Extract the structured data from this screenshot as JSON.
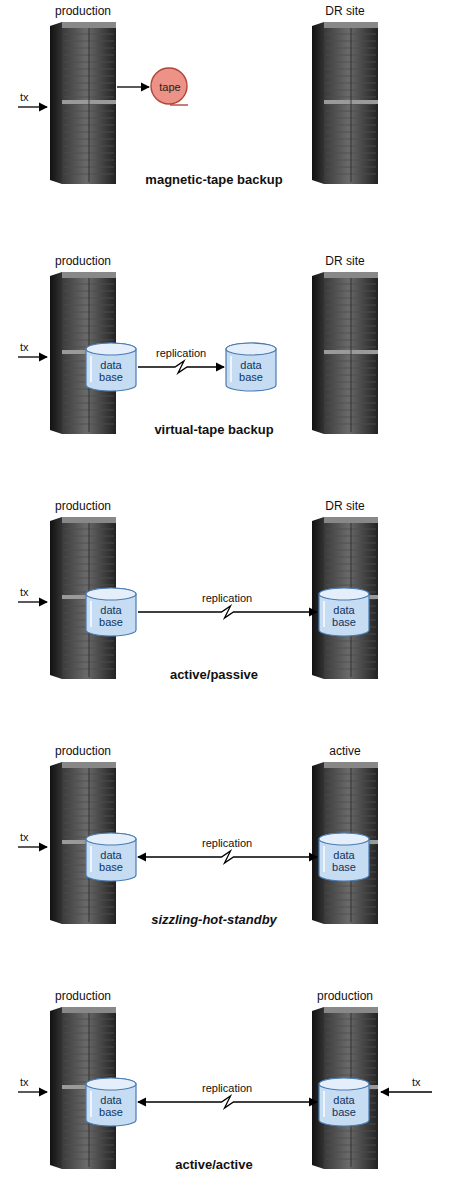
{
  "diagram": {
    "nodes": [
      {
        "text": [
          "production"
        ]
      },
      {
        "text": [
          "tape"
        ]
      },
      {
        "text": [
          "DR site"
        ]
      },
      {
        "text": [
          "production"
        ]
      },
      {
        "text": [
          "data base"
        ],
        "in": 3
      },
      {
        "text": [
          "DR site"
        ]
      },
      {
        "text": [
          "data base"
        ]
      },
      {
        "text": [
          "production"
        ]
      },
      {
        "text": [
          "data base"
        ],
        "in": 7
      },
      {
        "text": [
          "DR site"
        ]
      },
      {
        "text": [
          "data base"
        ],
        "in": 9
      },
      {
        "text": [
          "production"
        ]
      },
      {
        "text": [
          "data base"
        ],
        "in": 11
      },
      {
        "text": [
          "active"
        ]
      },
      {
        "text": [
          "data base"
        ],
        "in": 13
      },
      {
        "text": [
          "production"
        ]
      },
      {
        "text": [
          "data base"
        ],
        "in": 15
      },
      {
        "text": [
          "production"
        ]
      },
      {
        "text": [
          "data base"
        ],
        "in": 17
      }
    ],
    "edges": [
      {
        "from": 0,
        "to": 1,
        "arrow": "to"
      },
      {
        "from": 4,
        "to": 6,
        "label": "replication",
        "arrow": "to"
      },
      {
        "from": 8,
        "to": 10,
        "label": "replication",
        "arrow": "to"
      },
      {
        "from": 12,
        "to": 14,
        "label": "replication",
        "arrow": "both"
      },
      {
        "from": 16,
        "to": 18,
        "label": "replication",
        "arrow": "both"
      }
    ],
    "labels": [
      "tx",
      "magnetic-tape backup",
      "tx",
      "virtual-tape backup",
      "tx",
      "active/passive",
      "tx",
      "sizzling-hot-standby",
      "tx",
      "tx",
      "active/active"
    ]
  }
}
